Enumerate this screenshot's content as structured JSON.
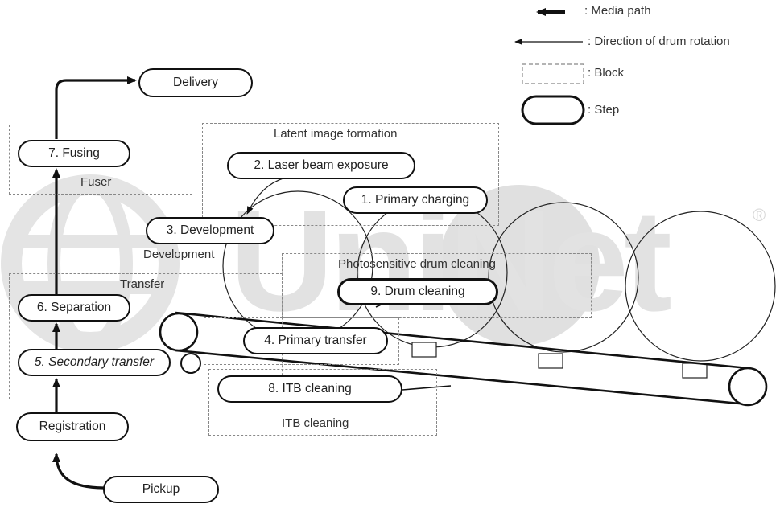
{
  "legend": {
    "media_path": ": Media path",
    "drum_rotation": ": Direction of drum rotation",
    "block": ": Block",
    "step": ": Step"
  },
  "blocks": {
    "latent": "Latent image formation",
    "fuser": "Fuser",
    "development": "Development",
    "transfer": "Transfer",
    "drum_cleaning": "Photosensitive drum cleaning",
    "itb_cleaning": "ITB cleaning"
  },
  "steps": {
    "delivery": "Delivery",
    "fusing": "7. Fusing",
    "laser": "2. Laser beam exposure",
    "primary_charging": "1. Primary charging",
    "development": "3. Development",
    "drum_cleaning": "9. Drum cleaning",
    "separation": "6. Separation",
    "primary_transfer": "4. Primary transfer",
    "secondary_transfer": "5. Secondary transfer",
    "itb_cleaning": "8. ITB cleaning",
    "registration": "Registration",
    "pickup": "Pickup"
  },
  "watermark": {
    "text": "UniNet",
    "mark": "®"
  },
  "colors": {
    "line": "#111111",
    "block_border": "#888888",
    "watermark": "#e2e2e2"
  }
}
